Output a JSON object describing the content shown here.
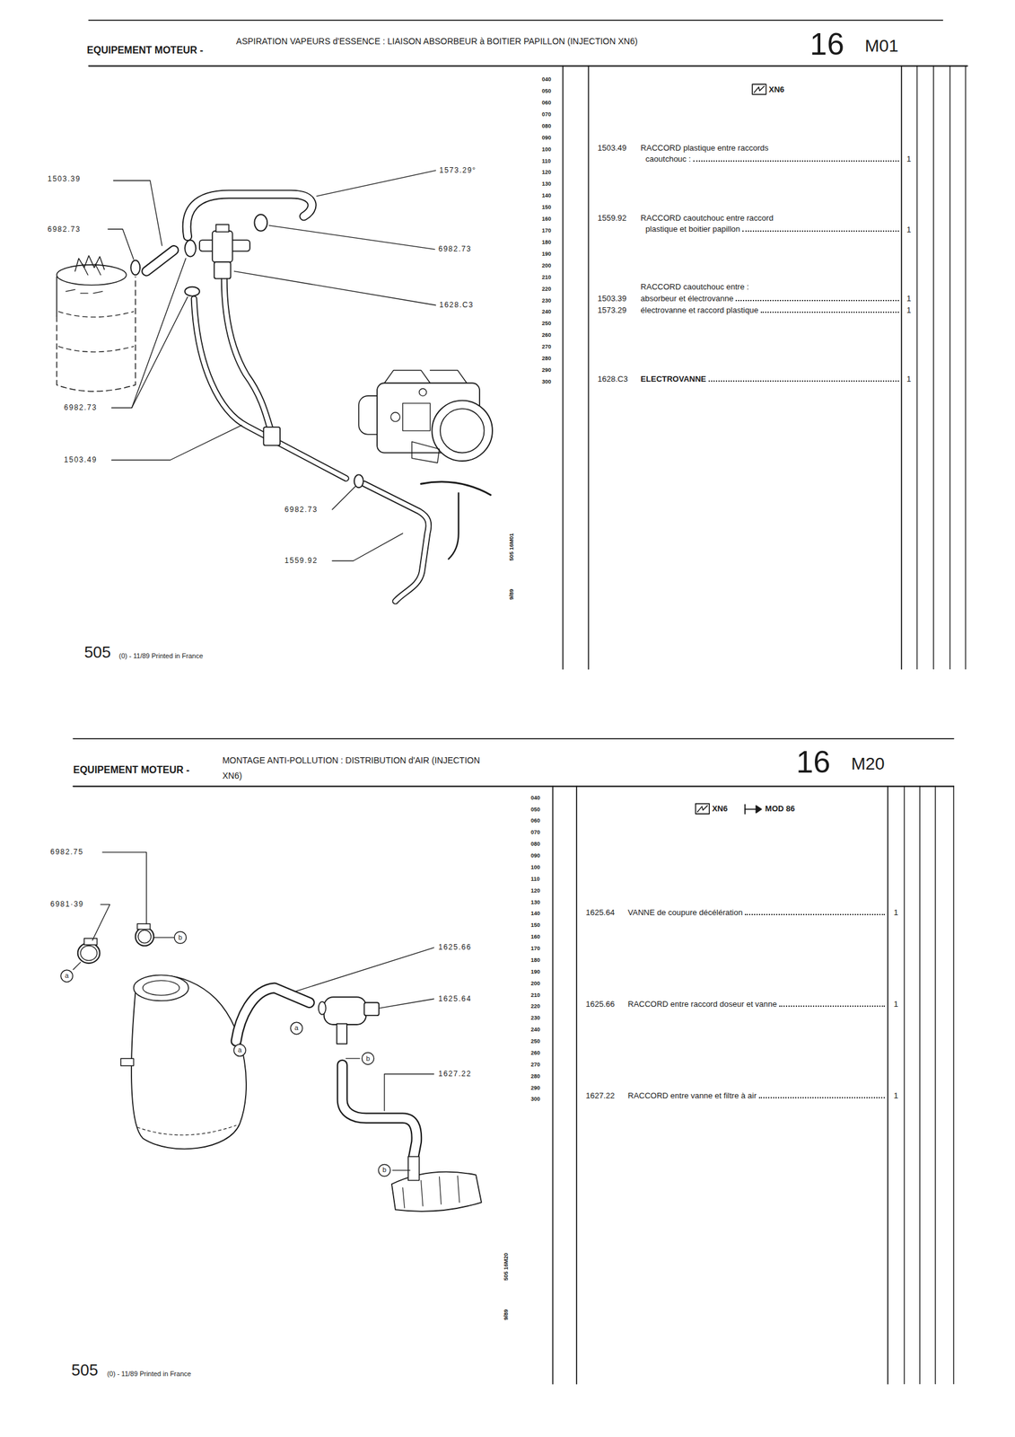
{
  "diagram": {
    "labels": [
      "EQUIPEMENT MOTEUR -",
      "ASPIRATION VAPEURS d'ESSENCE : LIAISON ABSORBEUR à BOITIER PAPILLON (INJECTION XN6)",
      "16",
      "M01",
      "040",
      "050",
      "060",
      "070",
      "080",
      "090",
      "100",
      "110",
      "120",
      "130",
      "140",
      "150",
      "160",
      "170",
      "180",
      "190",
      "200",
      "210",
      "220",
      "230",
      "240",
      "250",
      "260",
      "270",
      "280",
      "290",
      "300",
      "XN6",
      "1503.49",
      "RACCORD plastique entre raccords caoutchouc :",
      "1",
      "1559.92",
      "RACCORD caoutchouc entre raccord plastique et boitier papillon",
      "1",
      "RACCORD caoutchouc entre :",
      "1503.39",
      "absorbeur et électrovanne",
      "1",
      "1573.29",
      "électrovanne et raccord plastique",
      "1",
      "1628.C3",
      "ELECTROVANNE",
      "1",
      "1503.39",
      "6982.73",
      "1573.29°",
      "6982.73",
      "1628.C3",
      "6982.73",
      "1503.49",
      "6982.73",
      "1559.92",
      "9/89",
      "505 16M01",
      "505",
      "(0) - 11/89 Printed in France",
      "EQUIPEMENT MOTEUR -",
      "MONTAGE ANTI-POLLUTION : DISTRIBUTION d'AIR (INJECTION XN6)",
      "16",
      "M20",
      "040",
      "050",
      "060",
      "070",
      "080",
      "090",
      "100",
      "110",
      "120",
      "130",
      "140",
      "150",
      "160",
      "170",
      "180",
      "190",
      "200",
      "210",
      "220",
      "230",
      "240",
      "250",
      "260",
      "270",
      "280",
      "290",
      "300",
      "XN6",
      "MOD 86",
      "1625.64",
      "VANNE de coupure décélération",
      "1",
      "1625.66",
      "RACCORD entre raccord doseur et vanne",
      "1",
      "1627.22",
      "RACCORD entre vanne et filtre à air",
      "1",
      "6982.75",
      "6981·39",
      "1625.66",
      "1625.64",
      "1627.22",
      "a",
      "b",
      "a",
      "a",
      "b",
      "b",
      "9/89",
      "505 16M20",
      "505",
      "(0) - 11/89 Printed in France"
    ]
  }
}
